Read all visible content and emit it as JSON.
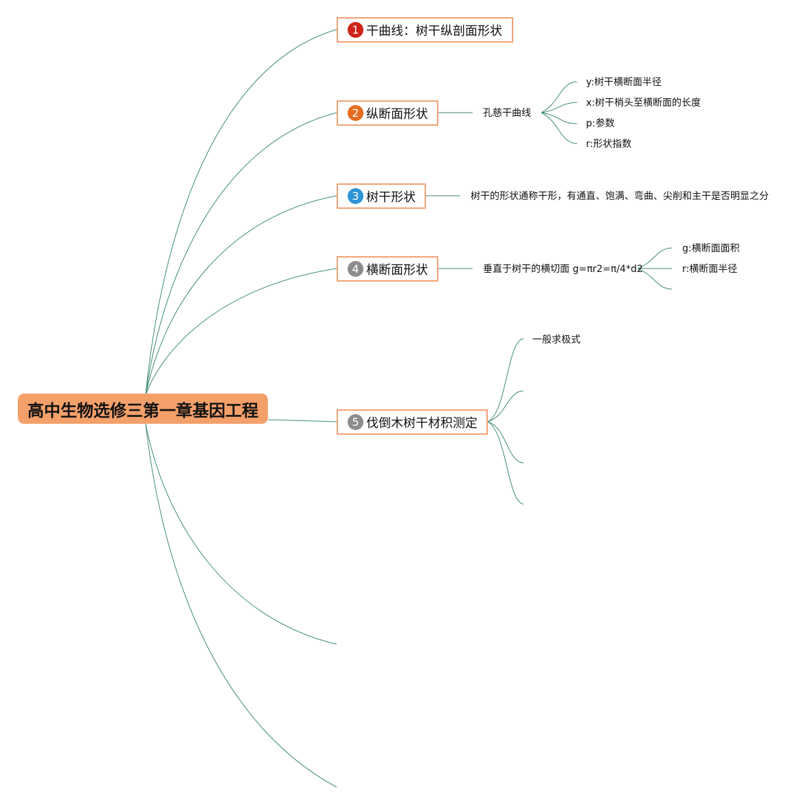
{
  "root": {
    "label": "高中生物选修三第一章基因工程"
  },
  "topics": [
    {
      "number": "1",
      "label": "干曲线：树干纵剖面形状",
      "badge_color": "#d0241a"
    },
    {
      "number": "2",
      "label": "纵断面形状",
      "badge_color": "#e56b1f"
    },
    {
      "number": "3",
      "label": "树干形状",
      "badge_color": "#2d95d8"
    },
    {
      "number": "4",
      "label": "横断面形状",
      "badge_color": "#8c8c8c"
    },
    {
      "number": "5",
      "label": "伐倒木树干材积测定",
      "badge_color": "#8c8c8c"
    }
  ],
  "subtopics": {
    "kongci": "孔慈干曲线",
    "kongci_children": [
      "y:树干横断面半径",
      "x:树干梢头至横断面的长度",
      "p:参数",
      "r:形状指数"
    ],
    "trunk_shape_desc": "树干的形状通称干形，有通直、饱满、弯曲、尖削和主干是否明显之分",
    "cross_section_desc": "垂直于树干的横切面 g=πr2=π/4*d2",
    "cross_section_children": [
      "g:横断面面积",
      "r:横断面半径"
    ],
    "volume_children": [
      "一般求极式"
    ]
  },
  "colors": {
    "edge": "#3d8a73",
    "topic_border": "#f0a274",
    "root_fill": "#f4a06a"
  }
}
